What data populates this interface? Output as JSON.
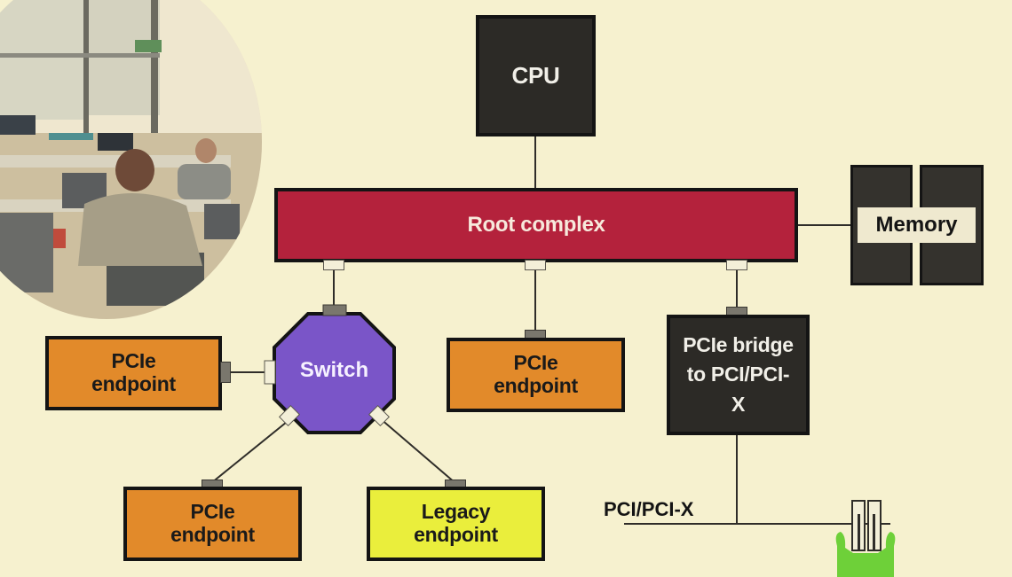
{
  "diagram": {
    "cpu": "CPU",
    "root_complex": "Root complex",
    "memory": "Memory",
    "switch": "Switch",
    "endpoint_left": "PCIe endpoint",
    "endpoint_middle": "PCIe endpoint",
    "endpoint_bottom": "PCIe endpoint",
    "legacy_endpoint": "Legacy endpoint",
    "bridge": "PCIe bridge to PCI/PCI-X",
    "bus_label": "PCI/PCI-X"
  },
  "colors": {
    "background": "#f6f1cf",
    "cpu": "#2c2a26",
    "root_complex": "#b4223c",
    "switch": "#7a55c8",
    "endpoint": "#e28a2a",
    "legacy": "#eaee3c",
    "bridge": "#2c2a26",
    "memory": "#34322d"
  },
  "icons": {
    "webcam_overlay": "classroom-photo",
    "slot": "pci-slot-icon",
    "mascot": "green-mascot-icon"
  }
}
